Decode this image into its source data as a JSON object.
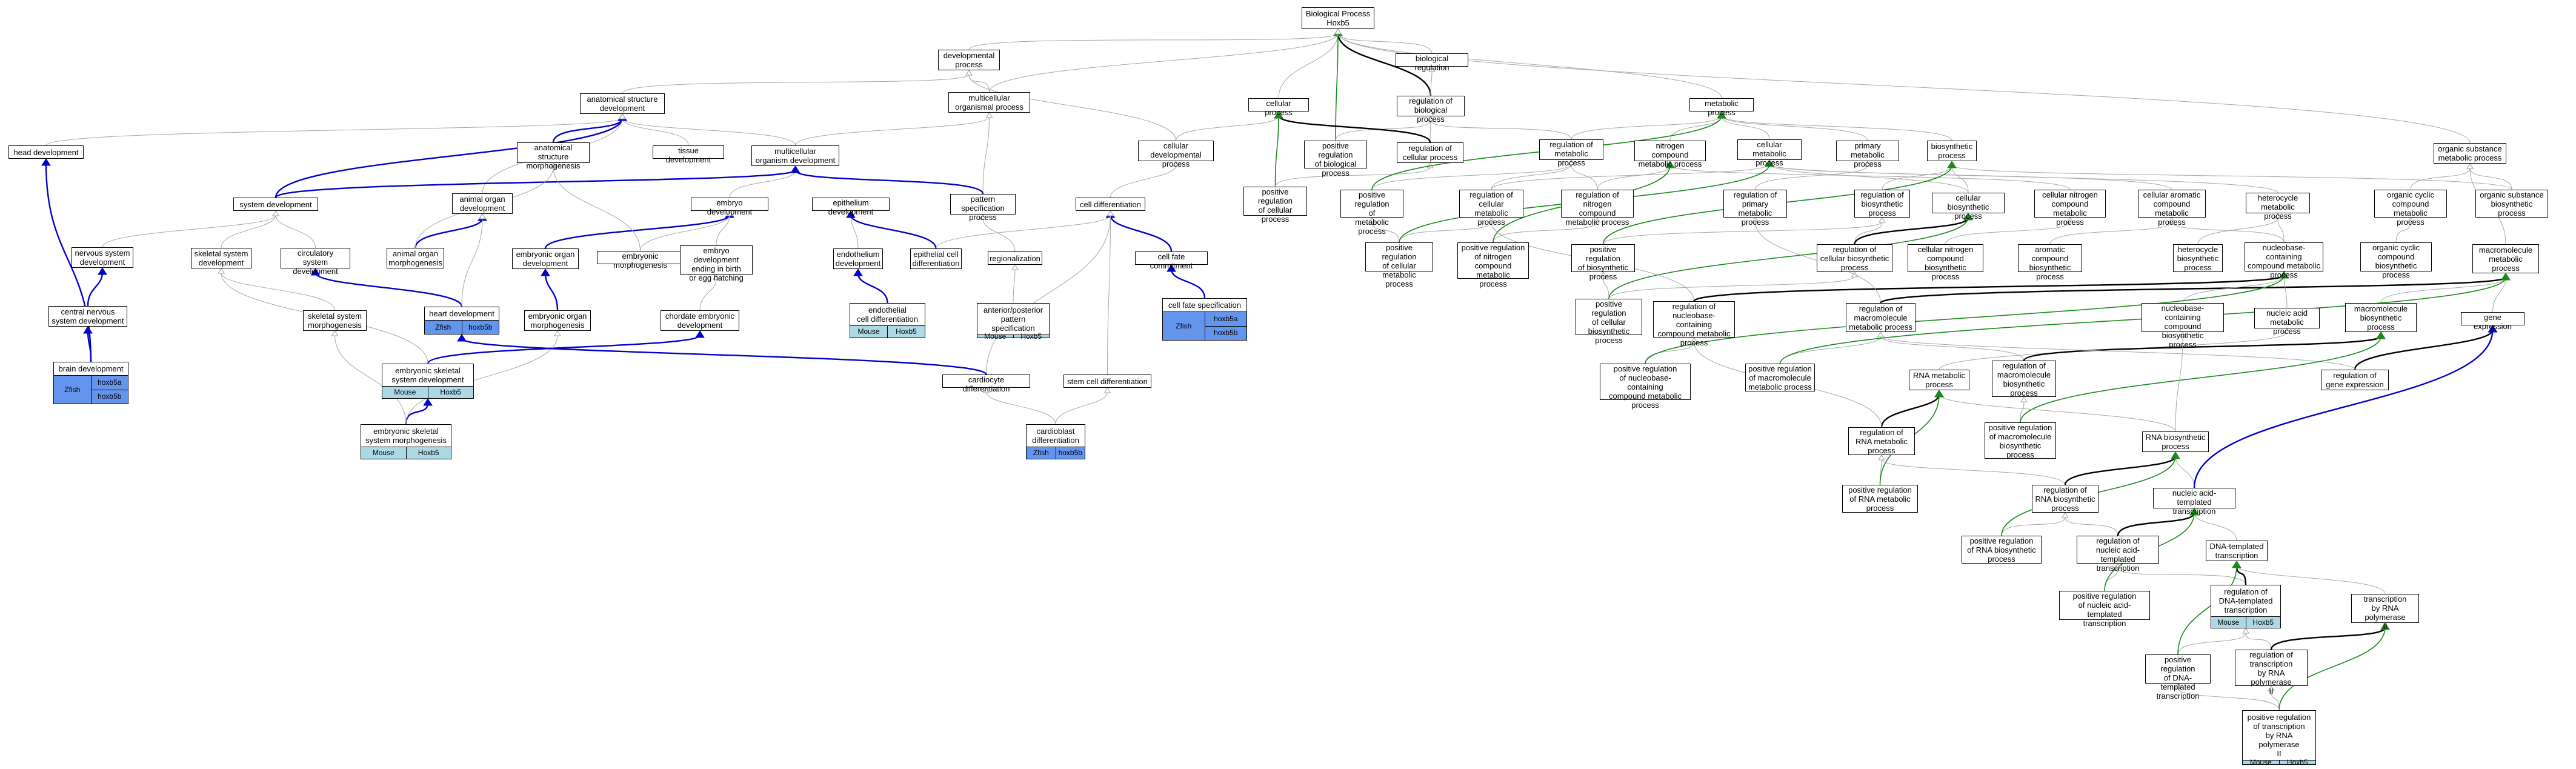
{
  "colors": {
    "edge_gray": "#a6a6a6",
    "edge_black": "#000000",
    "edge_blue": "#0000cc",
    "edge_green": "#1a8a1a",
    "cell_dark": "#6495ed",
    "cell_light": "#add8e6"
  },
  "nodes": {
    "bp": "Biological Process\nHoxb5",
    "devproc": "developmental\nprocess",
    "anatdev": "anatomical structure\ndevelopment",
    "multidev": "multicellular\norganismal process",
    "celldevproc": "cellular developmental\nprocess",
    "cellproc": "cellular process",
    "regbio": "regulation of\nbiological process",
    "bioreg": "biological regulation",
    "metab": "metabolic process",
    "orgsub": "organic substance\nmetabolic process",
    "headdev": "head development",
    "anatmorph": "anatomical structure\nmorphogenesis",
    "tissuedev": "tissue development",
    "multiorgdev": "multicellular\norganism development",
    "sysdev": "system development",
    "animalorgdev": "animal organ\ndevelopment",
    "embdev": "embryo development",
    "epidev": "epithelium development",
    "patspec": "pattern specification\nprocess",
    "celldiff": "cell differentiation",
    "posregbio": "positive regulation\nof biological\nprocess",
    "regcellproc": "regulation of\ncellular process",
    "posregcellproc": "positive regulation\nof cellular\nprocess",
    "regmetab": "regulation of\nmetabolic process",
    "nitrogen": "nitrogen compound\nmetabolic process",
    "cellmetab": "cellular metabolic\nprocess",
    "primmetab": "primary metabolic\nprocess",
    "biosyn": "biosynthetic\nprocess",
    "nervsys": "nervous system\ndevelopment",
    "skelsys": "skeletal system\ndevelopment",
    "circ": "circulatory\nsystem development",
    "animalorgmorph": "animal organ\nmorphogenesis",
    "embryoorgdev": "embryonic organ\ndevelopment",
    "embmorph": "embryonic morphogenesis",
    "embbirth": "embryo development\nending in birth\nor egg hatching",
    "endodev": "endothelium\ndevelopment",
    "epicelldiff": "epithelial cell\ndifferentiation",
    "regional": "regionalization",
    "cellfatecommit": "cell fate commitment",
    "posregmetab": "positive regulation\nof\nmetabolic process",
    "regcellmetab": "regulation of\ncellular metabolic\nprocess",
    "regnitro": "regulation of\nnitrogen compound\nmetabolic process",
    "regprim": "regulation of\nprimary metabolic\nprocess",
    "regbiosyn": "regulation of\nbiosynthetic\nprocess",
    "cellbiosyn": "cellular biosynthetic\nprocess",
    "cellnitro": "cellular nitrogen\ncompound metabolic\nprocess",
    "cellarom": "cellular aromatic\ncompound metabolic\nprocess",
    "heterometab": "heterocycle\nmetabolic process",
    "orgcyclic": "organic cyclic\ncompound metabolic\nprocess",
    "orgsubbiosyn": "organic substance\nbiosynthetic\nprocess",
    "cns": "central nervous\nsystem development",
    "skelmorph": "skeletal system\nmorphogenesis",
    "embryoorgmorph": "embryonic organ\nmorphogenesis",
    "chordate": "chordate embryonic\ndevelopment",
    "antpost": "anterior/posterior\npattern specification",
    "endocelldiff": "endothelial\ncell differentiation",
    "cellfatespec": "cell fate specification",
    "heartdev": "heart development",
    "embskeldev": "embryonic skeletal\nsystem development",
    "embskelmorph": "embryonic skeletal\nsystem morphogenesis",
    "braindev": "brain development",
    "cardiocyte": "cardiocyte differentiation",
    "stemcell": "stem cell differentiation",
    "cardioblast": "cardioblast\ndifferentiation",
    "posregcellmetab": "positive regulation\nof cellular\nmetabolic process",
    "posregnitro": "positive regulation\nof nitrogen\ncompound metabolic\nprocess",
    "posregbiosyn": "positive regulation\nof biosynthetic\nprocess",
    "regcellbiosyn": "regulation of\ncellular biosynthetic\nprocess",
    "cellnitrobiosyn": "cellular nitrogen\ncompound biosynthetic\nprocess",
    "arombiosyn": "aromatic compound\nbiosynthetic\nprocess",
    "heterobiosyn": "heterocycle\nbiosynthetic\nprocess",
    "nucbasemetab": "nucleobase-containing\ncompound metabolic\nprocess",
    "orgcyclicbiosyn": "organic cyclic\ncompound biosynthetic\nprocess",
    "macromol": "macromolecule\nmetabolic process",
    "posregcellbiosyn": "positive regulation\nof cellular\nbiosynthetic\nprocess",
    "regnucbase": "regulation of\nnucleobase-containing\ncompound metabolic\nprocess",
    "regmacro": "regulation of\nmacromolecule\nmetabolic process",
    "nucbasebiosyn": "nucleobase-containing\ncompound biosynthetic\nprocess",
    "nucacidmetab": "nucleic acid\nmetabolic process",
    "macrobiosyn": "macromolecule\nbiosynthetic\nprocess",
    "geneexpr": "gene expression",
    "posregnucbase": "positive regulation\nof nucleobase-containing\ncompound metabolic\nprocess",
    "posregmacro": "positive regulation\nof macromolecule\nmetabolic process",
    "rnametab": "RNA metabolic\nprocess",
    "regmacrobiosyn": "regulation of\nmacromolecule\nbiosynthetic\nprocess",
    "reggeneexpr": "regulation of\ngene expression",
    "regrnametab": "regulation of\nRNA metabolic\nprocess",
    "posregmacrobiosyn": "positive regulation\nof macromolecule\nbiosynthetic\nprocess",
    "rnabiosyn": "RNA biosynthetic\nprocess",
    "posregrnametab": "positive regulation\nof RNA metabolic\nprocess",
    "regrnabiosyn": "regulation of\nRNA biosynthetic\nprocess",
    "nucacidtrans": "nucleic acid-templated\ntranscription",
    "posregrnabiosyn": "positive regulation\nof RNA biosynthetic\nprocess",
    "regnucacidtrans": "regulation of\nnucleic acid-templated\ntranscription",
    "dnatrans": "DNA-templated\ntranscription",
    "posregnucacidtrans": "positive regulation\nof nucleic acid-templated\ntranscription",
    "regdnatrans": "regulation of\nDNA-templated\ntranscription",
    "transpol2": "transcription\nby RNA polymerase\nII",
    "posregdnatrans": "positive regulation\nof DNA-templated\ntranscription",
    "regtranspol2": "regulation of\ntranscription\nby RNA polymerase\nII",
    "posregtranspol2": "positive regulation\nof transcription\nby RNA polymerase\nII"
  },
  "annotations": {
    "braindev": {
      "left": "Zfish",
      "right": [
        "hoxb5a",
        "hoxb5b"
      ]
    },
    "heartdev": {
      "cells": [
        "Zfish",
        "hoxb5b"
      ]
    },
    "embskeldev": {
      "cells": [
        "Mouse",
        "Hoxb5"
      ]
    },
    "embskelmorph": {
      "cells": [
        "Mouse",
        "Hoxb5"
      ]
    },
    "endocelldiff": {
      "cells": [
        "Mouse",
        "Hoxb5"
      ]
    },
    "antpost": {
      "cells": [
        "Mouse",
        "Hoxb5"
      ]
    },
    "cellfatespec": {
      "left": "Zfish",
      "right": [
        "hoxb5a",
        "hoxb5b"
      ]
    },
    "cardioblast": {
      "cells": [
        "Zfish",
        "hoxb5b"
      ]
    },
    "regdnatrans": {
      "cells": [
        "Mouse",
        "Hoxb5"
      ]
    },
    "posregtranspol2": {
      "cells": [
        "Mouse",
        "Hoxb5"
      ]
    }
  }
}
